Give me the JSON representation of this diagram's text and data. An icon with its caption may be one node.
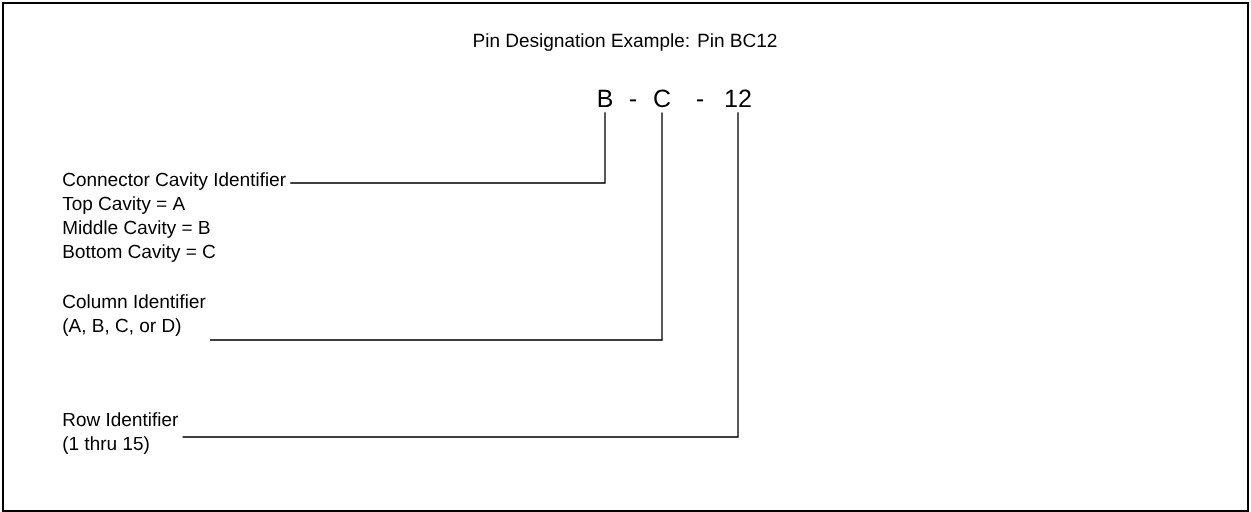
{
  "diagram": {
    "title": "Pin Designation Example: Pin BC12",
    "nodes": [
      {
        "text": [
          "B"
        ]
      },
      {
        "text": [
          "C"
        ]
      },
      {
        "text": [
          "12"
        ]
      },
      {
        "text": [
          "Connector Cavity Identifier",
          "Top Cavity  = A",
          "Middle Cavity = B",
          "Bottom Cavity = C"
        ]
      },
      {
        "text": [
          "Column Identifier",
          "(A, B, C, or D)"
        ]
      },
      {
        "text": [
          "Row Identifier",
          "(1 thru 15)"
        ]
      }
    ],
    "edges": [
      {
        "from": 3,
        "to": 0,
        "arrow": "none"
      },
      {
        "from": 4,
        "to": 1,
        "arrow": "none"
      },
      {
        "from": 5,
        "to": 2,
        "arrow": "none"
      }
    ],
    "labels": [
      "-",
      "-"
    ]
  }
}
